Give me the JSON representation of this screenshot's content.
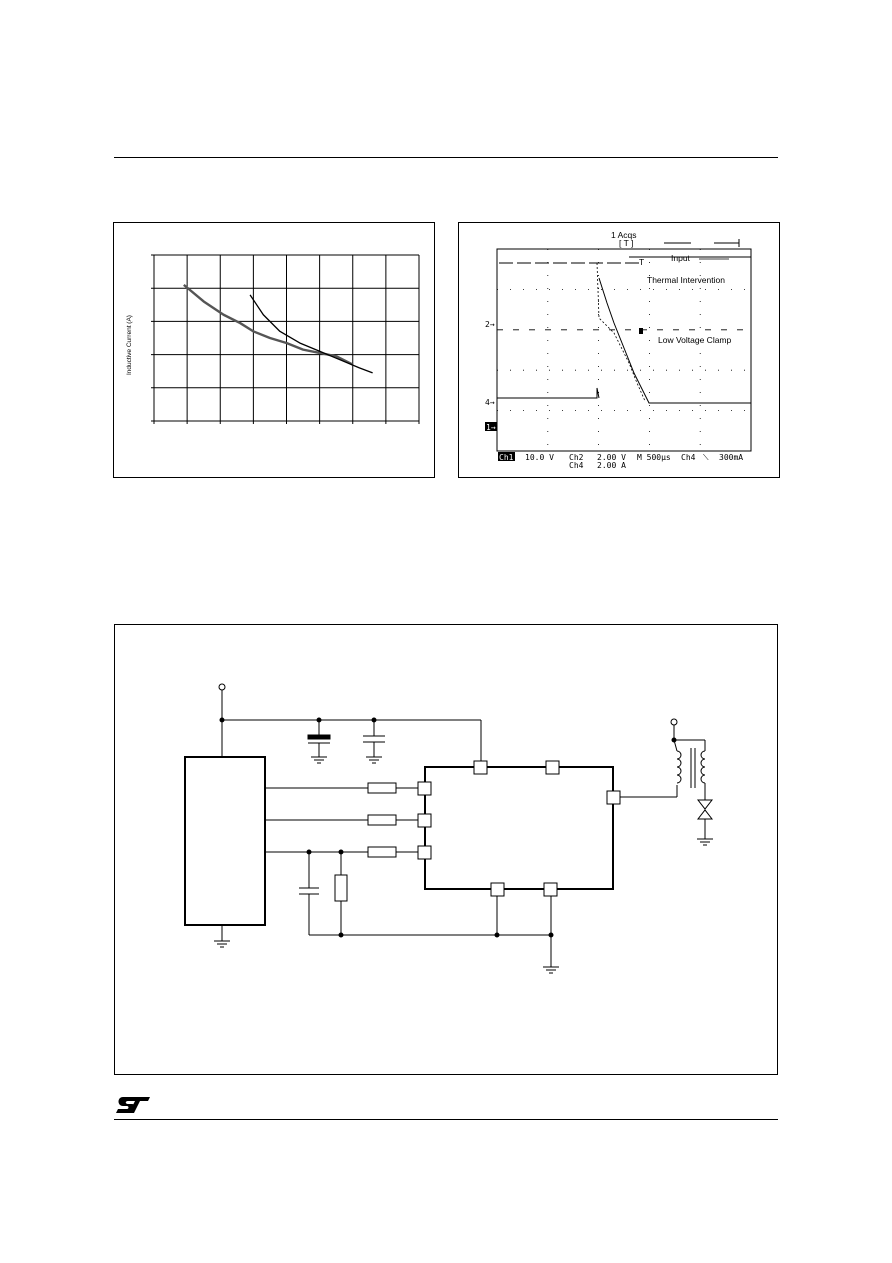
{
  "header": {
    "rule": true
  },
  "chart_left": {
    "chart_data": {
      "type": "line",
      "title": "",
      "xlabel": "",
      "ylabel": "Inductive Current (A)",
      "x_divisions": 8,
      "y_divisions": 5,
      "series": [
        {
          "color": "#555555",
          "points": [
            [
              0.9,
              4.1
            ],
            [
              1.5,
              3.6
            ],
            [
              2.1,
              3.2
            ],
            [
              2.6,
              2.95
            ],
            [
              3.0,
              2.7
            ],
            [
              3.5,
              2.5
            ],
            [
              4.0,
              2.35
            ],
            [
              4.5,
              2.15
            ],
            [
              5.0,
              2.05
            ],
            [
              5.5,
              1.95
            ],
            [
              6.0,
              1.7
            ]
          ]
        },
        {
          "color": "#000000",
          "points": [
            [
              2.9,
              3.8
            ],
            [
              3.3,
              3.2
            ],
            [
              3.8,
              2.7
            ],
            [
              4.4,
              2.35
            ],
            [
              5.0,
              2.1
            ],
            [
              5.6,
              1.85
            ],
            [
              6.2,
              1.6
            ],
            [
              6.6,
              1.45
            ]
          ]
        }
      ]
    }
  },
  "chart_right": {
    "top_marker": "1 Acqs",
    "trigger_marker": "T",
    "labels": {
      "input": "Input",
      "thermal": "Thermal Intervention",
      "clamp": "Low Voltage Clamp"
    },
    "channel_markers": [
      "2→",
      "4→",
      "1→"
    ],
    "readout_line1": [
      "Ch1",
      "10.0 V",
      "Ch2",
      "2.00 V",
      "M 500µs",
      "Ch4",
      "⟍",
      "300mA"
    ],
    "readout_line2": [
      "Ch4",
      "2.00 A"
    ]
  },
  "schematic": {
    "frame": true
  },
  "footer": {
    "logo_text": "ST"
  },
  "colors": {
    "ink": "#000000",
    "grey_curve": "#555555",
    "scope_bg": "#ffffff"
  }
}
